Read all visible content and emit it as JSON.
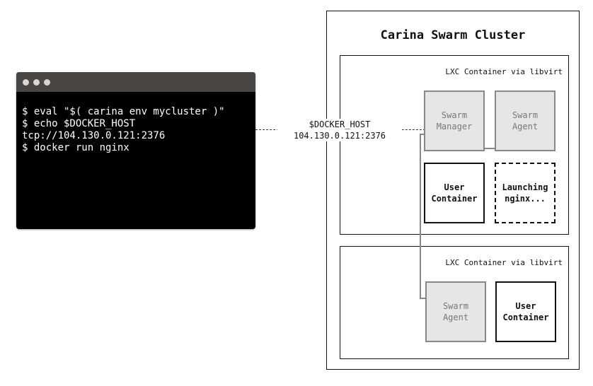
{
  "terminal": {
    "lines": [
      "$ eval \"$( carina env mycluster )\"",
      "$ echo $DOCKER_HOST",
      "tcp://104.130.0.121:2376",
      "$ docker run nginx"
    ]
  },
  "connection": {
    "label": "$DOCKER_HOST\n104.130.0.121:2376"
  },
  "cluster": {
    "title": "Carina Swarm Cluster",
    "containers": [
      {
        "label": "LXC Container via libvirt",
        "boxes": {
          "swarm_manager": "Swarm\nManager",
          "swarm_agent": "Swarm\nAgent",
          "user_container": "User\nContainer",
          "launching": "Launching\nnginx..."
        }
      },
      {
        "label": "LXC Container via libvirt",
        "boxes": {
          "swarm_agent": "Swarm\nAgent",
          "user_container": "User\nContainer"
        }
      }
    ]
  },
  "colors": {
    "terminal_bg": "#000000",
    "titlebar_bg": "#4a4643",
    "gray_box_bg": "#e6e6e6",
    "gray_box_border": "#888888",
    "text": "#111111"
  }
}
